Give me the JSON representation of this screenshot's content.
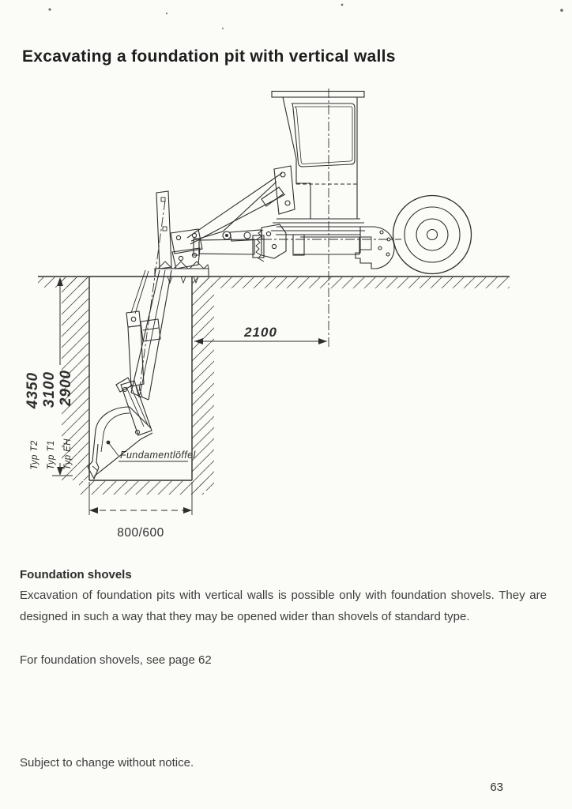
{
  "page": {
    "title": "Excavating a foundation pit with vertical walls",
    "section": {
      "heading": "Foundation shovels",
      "paragraph": "Excavation of foundation pits with vertical walls is possible only with foundation shovels. They are designed in such a way that they may be opened wider than shovels of standard type.",
      "reference": "For foundation shovels, see page 62"
    },
    "footer": {
      "note": "Subject to change without notice.",
      "page_number": "63"
    }
  },
  "diagram": {
    "bucket_label": "Fundamentlöffel",
    "dim_horizontal": "2100",
    "dim_pit_width": "800/600",
    "depths": [
      {
        "value": "4350",
        "type_label": "Typ T2"
      },
      {
        "value": "3100",
        "type_label": "Typ T1"
      },
      {
        "value": "2900",
        "type_label": "Typ EH"
      }
    ]
  },
  "colors": {
    "paper": "#fbfbf8",
    "ink": "#2e2e2e"
  }
}
